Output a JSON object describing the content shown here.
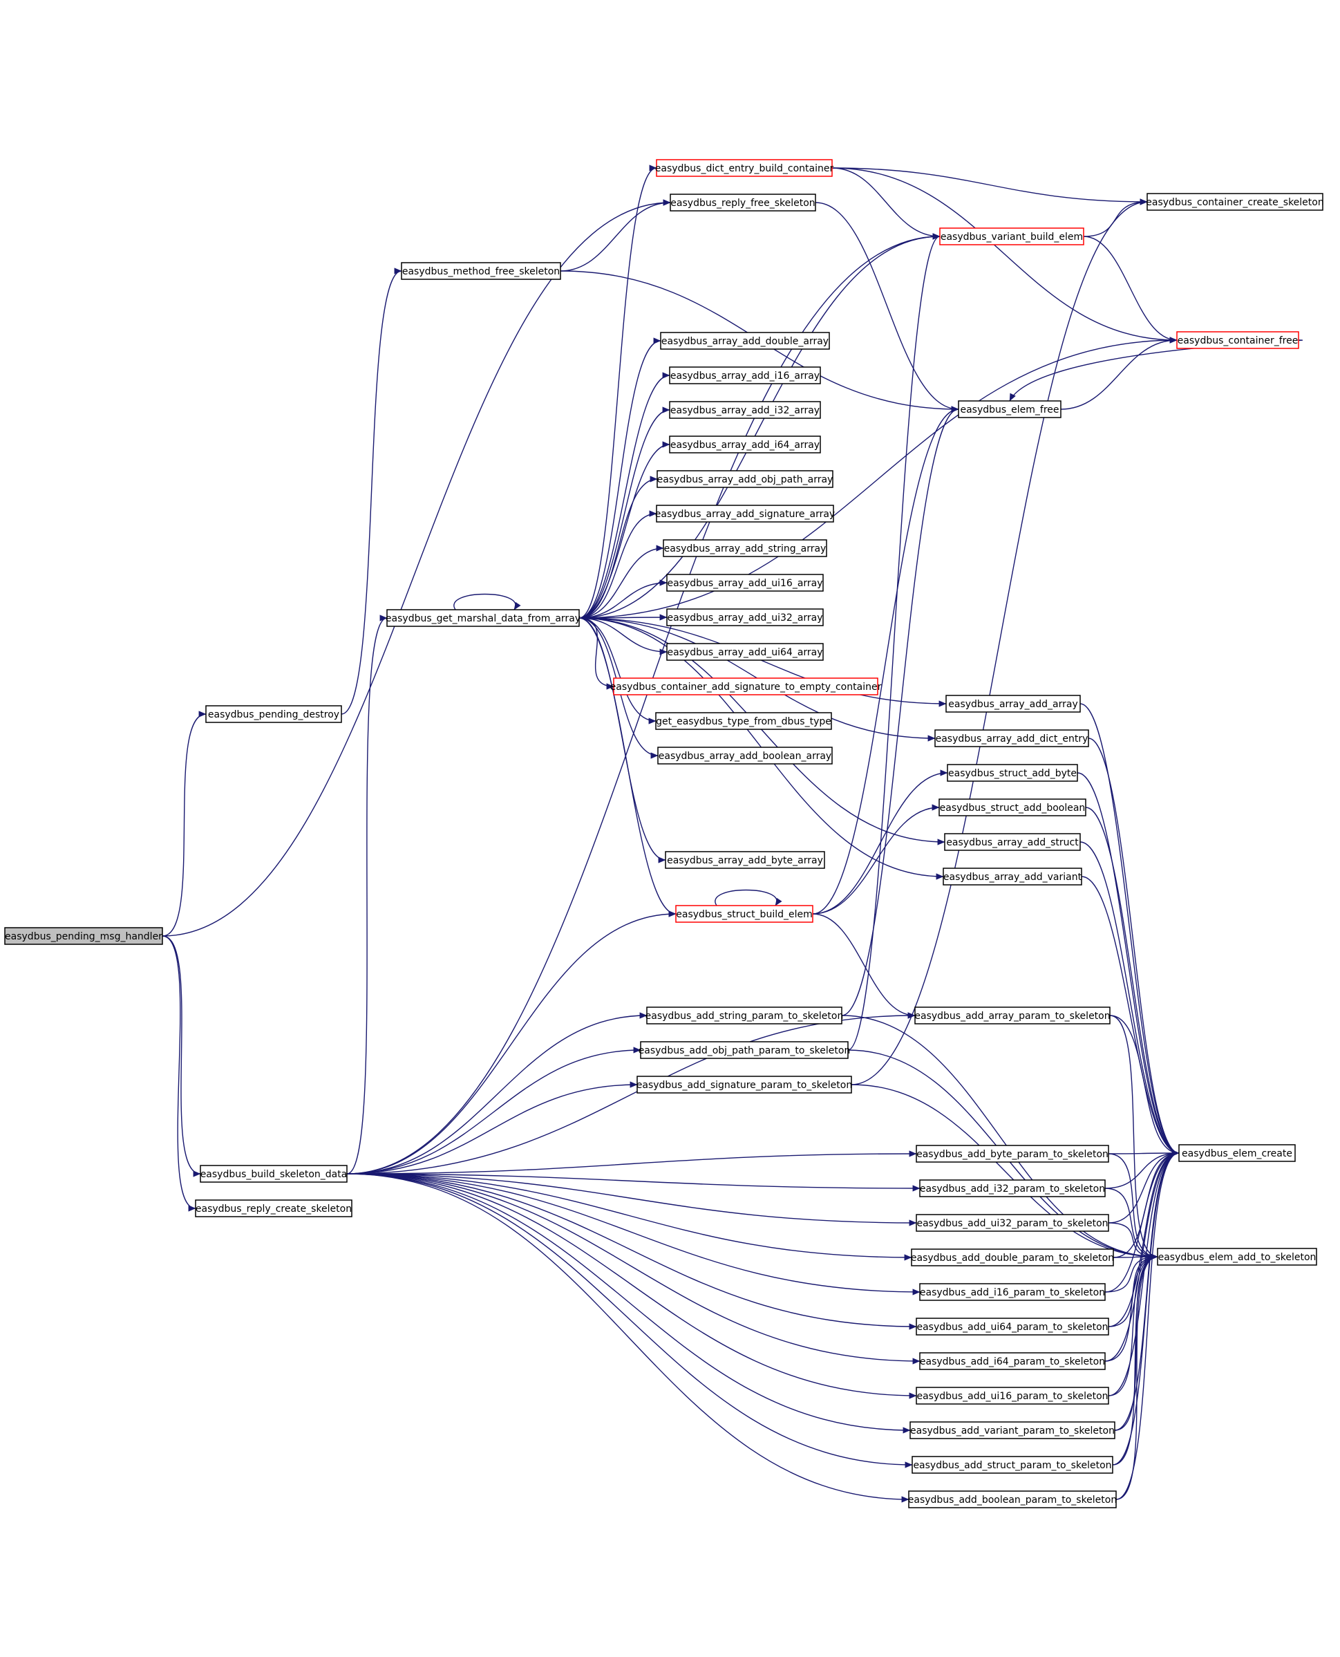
{
  "colors": {
    "edge": "#191970",
    "node_border": "#000000",
    "node_border_incomplete": "#ff0000",
    "root_fill": "#bfbfbf",
    "node_fill": "#ffffff"
  },
  "nodes": [
    {
      "id": "pending_msg_handler",
      "label": "easydbus_pending_msg_handler",
      "style": "root"
    },
    {
      "id": "pending_destroy",
      "label": "easydbus_pending_destroy"
    },
    {
      "id": "build_skeleton_data",
      "label": "easydbus_build_skeleton_data"
    },
    {
      "id": "reply_create_skeleton",
      "label": "easydbus_reply_create_skeleton"
    },
    {
      "id": "method_free_skeleton",
      "label": "easydbus_method_free_skeleton"
    },
    {
      "id": "get_marshal_data_from_array",
      "label": "easydbus_get_marshal_data_from_array"
    },
    {
      "id": "dict_entry_build_container",
      "label": "easydbus_dict_entry_build_container",
      "style": "red"
    },
    {
      "id": "reply_free_skeleton",
      "label": "easydbus_reply_free_skeleton"
    },
    {
      "id": "array_add_double_array",
      "label": "easydbus_array_add_double_array"
    },
    {
      "id": "array_add_i16_array",
      "label": "easydbus_array_add_i16_array"
    },
    {
      "id": "array_add_i32_array",
      "label": "easydbus_array_add_i32_array"
    },
    {
      "id": "array_add_i64_array",
      "label": "easydbus_array_add_i64_array"
    },
    {
      "id": "array_add_obj_path_array",
      "label": "easydbus_array_add_obj_path_array"
    },
    {
      "id": "array_add_signature_array",
      "label": "easydbus_array_add_signature_array"
    },
    {
      "id": "array_add_string_array",
      "label": "easydbus_array_add_string_array"
    },
    {
      "id": "array_add_ui16_array",
      "label": "easydbus_array_add_ui16_array"
    },
    {
      "id": "array_add_ui32_array",
      "label": "easydbus_array_add_ui32_array"
    },
    {
      "id": "array_add_ui64_array",
      "label": "easydbus_array_add_ui64_array"
    },
    {
      "id": "container_add_signature",
      "label": "easydbus_container_add_signature_to_empty_container",
      "style": "red"
    },
    {
      "id": "get_type_from_dbus_type",
      "label": "get_easydbus_type_from_dbus_type"
    },
    {
      "id": "array_add_boolean_array",
      "label": "easydbus_array_add_boolean_array"
    },
    {
      "id": "array_add_byte_array",
      "label": "easydbus_array_add_byte_array"
    },
    {
      "id": "struct_build_elem",
      "label": "easydbus_struct_build_elem",
      "style": "red"
    },
    {
      "id": "add_string_param",
      "label": "easydbus_add_string_param_to_skeleton"
    },
    {
      "id": "add_obj_path_param",
      "label": "easydbus_add_obj_path_param_to_skeleton"
    },
    {
      "id": "add_signature_param",
      "label": "easydbus_add_signature_param_to_skeleton"
    },
    {
      "id": "variant_build_elem",
      "label": "easydbus_variant_build_elem",
      "style": "red"
    },
    {
      "id": "elem_free",
      "label": "easydbus_elem_free"
    },
    {
      "id": "array_add_array",
      "label": "easydbus_array_add_array"
    },
    {
      "id": "array_add_dict_entry",
      "label": "easydbus_array_add_dict_entry"
    },
    {
      "id": "struct_add_byte",
      "label": "easydbus_struct_add_byte"
    },
    {
      "id": "struct_add_boolean",
      "label": "easydbus_struct_add_boolean"
    },
    {
      "id": "array_add_struct",
      "label": "easydbus_array_add_struct"
    },
    {
      "id": "array_add_variant",
      "label": "easydbus_array_add_variant"
    },
    {
      "id": "add_array_param",
      "label": "easydbus_add_array_param_to_skeleton"
    },
    {
      "id": "add_byte_param",
      "label": "easydbus_add_byte_param_to_skeleton"
    },
    {
      "id": "add_i32_param",
      "label": "easydbus_add_i32_param_to_skeleton"
    },
    {
      "id": "add_ui32_param",
      "label": "easydbus_add_ui32_param_to_skeleton"
    },
    {
      "id": "add_double_param",
      "label": "easydbus_add_double_param_to_skeleton"
    },
    {
      "id": "add_i16_param",
      "label": "easydbus_add_i16_param_to_skeleton"
    },
    {
      "id": "add_ui64_param",
      "label": "easydbus_add_ui64_param_to_skeleton"
    },
    {
      "id": "add_i64_param",
      "label": "easydbus_add_i64_param_to_skeleton"
    },
    {
      "id": "add_ui16_param",
      "label": "easydbus_add_ui16_param_to_skeleton"
    },
    {
      "id": "add_variant_param",
      "label": "easydbus_add_variant_param_to_skeleton"
    },
    {
      "id": "add_struct_param",
      "label": "easydbus_add_struct_param_to_skeleton"
    },
    {
      "id": "add_boolean_param",
      "label": "easydbus_add_boolean_param_to_skeleton"
    },
    {
      "id": "container_create_skeleton",
      "label": "easydbus_container_create_skeleton"
    },
    {
      "id": "container_free",
      "label": "easydbus_container_free",
      "style": "red"
    },
    {
      "id": "elem_create",
      "label": "easydbus_elem_create"
    },
    {
      "id": "elem_add_to_skeleton",
      "label": "easydbus_elem_add_to_skeleton"
    }
  ],
  "edges": [
    [
      "pending_msg_handler",
      "pending_destroy"
    ],
    [
      "pending_msg_handler",
      "build_skeleton_data"
    ],
    [
      "pending_msg_handler",
      "reply_create_skeleton"
    ],
    [
      "pending_msg_handler",
      "reply_free_skeleton"
    ],
    [
      "pending_destroy",
      "method_free_skeleton"
    ],
    [
      "method_free_skeleton",
      "reply_free_skeleton"
    ],
    [
      "method_free_skeleton",
      "elem_free"
    ],
    [
      "reply_free_skeleton",
      "elem_free"
    ],
    [
      "build_skeleton_data",
      "get_marshal_data_from_array"
    ],
    [
      "build_skeleton_data",
      "struct_build_elem"
    ],
    [
      "build_skeleton_data",
      "add_string_param"
    ],
    [
      "build_skeleton_data",
      "add_obj_path_param"
    ],
    [
      "build_skeleton_data",
      "add_signature_param"
    ],
    [
      "build_skeleton_data",
      "add_array_param"
    ],
    [
      "build_skeleton_data",
      "add_byte_param"
    ],
    [
      "build_skeleton_data",
      "add_i32_param"
    ],
    [
      "build_skeleton_data",
      "add_ui32_param"
    ],
    [
      "build_skeleton_data",
      "add_double_param"
    ],
    [
      "build_skeleton_data",
      "add_i16_param"
    ],
    [
      "build_skeleton_data",
      "add_ui64_param"
    ],
    [
      "build_skeleton_data",
      "add_i64_param"
    ],
    [
      "build_skeleton_data",
      "add_ui16_param"
    ],
    [
      "build_skeleton_data",
      "add_variant_param"
    ],
    [
      "build_skeleton_data",
      "add_struct_param"
    ],
    [
      "build_skeleton_data",
      "add_boolean_param"
    ],
    [
      "build_skeleton_data",
      "variant_build_elem"
    ],
    [
      "get_marshal_data_from_array",
      "get_marshal_data_from_array"
    ],
    [
      "get_marshal_data_from_array",
      "dict_entry_build_container"
    ],
    [
      "get_marshal_data_from_array",
      "variant_build_elem"
    ],
    [
      "get_marshal_data_from_array",
      "container_free"
    ],
    [
      "get_marshal_data_from_array",
      "array_add_double_array"
    ],
    [
      "get_marshal_data_from_array",
      "array_add_i16_array"
    ],
    [
      "get_marshal_data_from_array",
      "array_add_i32_array"
    ],
    [
      "get_marshal_data_from_array",
      "array_add_i64_array"
    ],
    [
      "get_marshal_data_from_array",
      "array_add_obj_path_array"
    ],
    [
      "get_marshal_data_from_array",
      "array_add_signature_array"
    ],
    [
      "get_marshal_data_from_array",
      "array_add_string_array"
    ],
    [
      "get_marshal_data_from_array",
      "array_add_ui16_array"
    ],
    [
      "get_marshal_data_from_array",
      "array_add_ui32_array"
    ],
    [
      "get_marshal_data_from_array",
      "array_add_ui64_array"
    ],
    [
      "get_marshal_data_from_array",
      "container_add_signature"
    ],
    [
      "get_marshal_data_from_array",
      "get_type_from_dbus_type"
    ],
    [
      "get_marshal_data_from_array",
      "array_add_boolean_array"
    ],
    [
      "get_marshal_data_from_array",
      "array_add_array"
    ],
    [
      "get_marshal_data_from_array",
      "array_add_dict_entry"
    ],
    [
      "get_marshal_data_from_array",
      "array_add_byte_array"
    ],
    [
      "get_marshal_data_from_array",
      "struct_build_elem"
    ],
    [
      "get_marshal_data_from_array",
      "array_add_struct"
    ],
    [
      "get_marshal_data_from_array",
      "array_add_variant"
    ],
    [
      "dict_entry_build_container",
      "container_create_skeleton"
    ],
    [
      "dict_entry_build_container",
      "variant_build_elem"
    ],
    [
      "dict_entry_build_container",
      "container_free"
    ],
    [
      "variant_build_elem",
      "container_create_skeleton"
    ],
    [
      "variant_build_elem",
      "container_free"
    ],
    [
      "container_free",
      "elem_free"
    ],
    [
      "elem_free",
      "container_free"
    ],
    [
      "struct_build_elem",
      "struct_build_elem"
    ],
    [
      "struct_build_elem",
      "struct_add_byte"
    ],
    [
      "struct_build_elem",
      "struct_add_boolean"
    ],
    [
      "struct_build_elem",
      "elem_free"
    ],
    [
      "struct_build_elem",
      "add_array_param"
    ],
    [
      "add_string_param",
      "elem_free"
    ],
    [
      "add_string_param",
      "elem_add_to_skeleton"
    ],
    [
      "add_obj_path_param",
      "variant_build_elem"
    ],
    [
      "add_obj_path_param",
      "elem_add_to_skeleton"
    ],
    [
      "add_signature_param",
      "container_create_skeleton"
    ],
    [
      "add_signature_param",
      "elem_add_to_skeleton"
    ],
    [
      "array_add_array",
      "elem_create"
    ],
    [
      "array_add_dict_entry",
      "elem_create"
    ],
    [
      "struct_add_byte",
      "elem_create"
    ],
    [
      "struct_add_boolean",
      "elem_create"
    ],
    [
      "array_add_struct",
      "elem_create"
    ],
    [
      "array_add_variant",
      "elem_create"
    ],
    [
      "add_array_param",
      "elem_create"
    ],
    [
      "add_array_param",
      "elem_add_to_skeleton"
    ],
    [
      "add_byte_param",
      "elem_create"
    ],
    [
      "add_byte_param",
      "elem_add_to_skeleton"
    ],
    [
      "add_i32_param",
      "elem_create"
    ],
    [
      "add_i32_param",
      "elem_add_to_skeleton"
    ],
    [
      "add_ui32_param",
      "elem_create"
    ],
    [
      "add_ui32_param",
      "elem_add_to_skeleton"
    ],
    [
      "add_double_param",
      "elem_create"
    ],
    [
      "add_double_param",
      "elem_add_to_skeleton"
    ],
    [
      "add_i16_param",
      "elem_create"
    ],
    [
      "add_i16_param",
      "elem_add_to_skeleton"
    ],
    [
      "add_ui64_param",
      "elem_create"
    ],
    [
      "add_ui64_param",
      "elem_add_to_skeleton"
    ],
    [
      "add_i64_param",
      "elem_create"
    ],
    [
      "add_i64_param",
      "elem_add_to_skeleton"
    ],
    [
      "add_ui16_param",
      "elem_create"
    ],
    [
      "add_ui16_param",
      "elem_add_to_skeleton"
    ],
    [
      "add_variant_param",
      "elem_create"
    ],
    [
      "add_variant_param",
      "elem_add_to_skeleton"
    ],
    [
      "add_struct_param",
      "elem_create"
    ],
    [
      "add_struct_param",
      "elem_add_to_skeleton"
    ],
    [
      "add_boolean_param",
      "elem_create"
    ],
    [
      "add_boolean_param",
      "elem_add_to_skeleton"
    ]
  ]
}
